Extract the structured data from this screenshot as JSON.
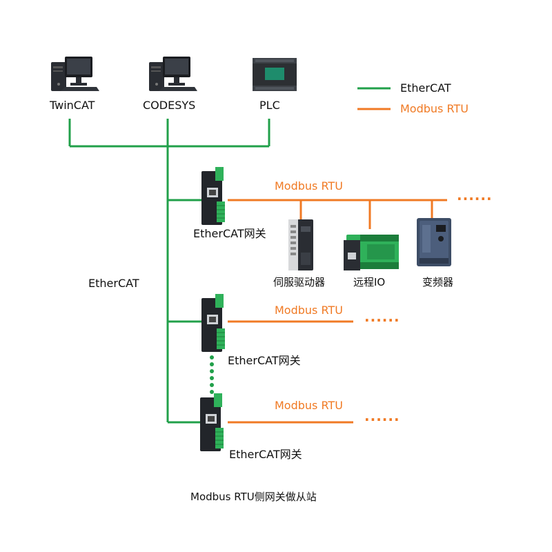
{
  "legend": {
    "ethercat": {
      "label": "EtherCAT",
      "color": "#21a04a"
    },
    "modbus": {
      "label": "Modbus RTU",
      "color": "#f07a24"
    }
  },
  "masters": [
    {
      "label": "TwinCAT",
      "icon": "desktop-pc-icon"
    },
    {
      "label": "CODESYS",
      "icon": "desktop-pc-icon"
    },
    {
      "label": "PLC",
      "icon": "plc-icon"
    }
  ],
  "bus_label": "EtherCAT",
  "gateways": [
    {
      "label": "EtherCAT网关",
      "bus_label": "Modbus RTU",
      "continuation": "······"
    },
    {
      "label": "EtherCAT网关",
      "bus_label": "Modbus RTU",
      "continuation": "······"
    },
    {
      "label": "EtherCAT网关",
      "bus_label": "Modbus RTU",
      "continuation": "······"
    }
  ],
  "slave_devices": [
    {
      "label": "伺服驱动器",
      "icon": "servo-drive-icon"
    },
    {
      "label": "远程IO",
      "icon": "remote-io-icon"
    },
    {
      "label": "变频器",
      "icon": "inverter-icon"
    }
  ],
  "caption": "Modbus RTU侧网关做从站",
  "chain_continuation_color": "#21a04a"
}
